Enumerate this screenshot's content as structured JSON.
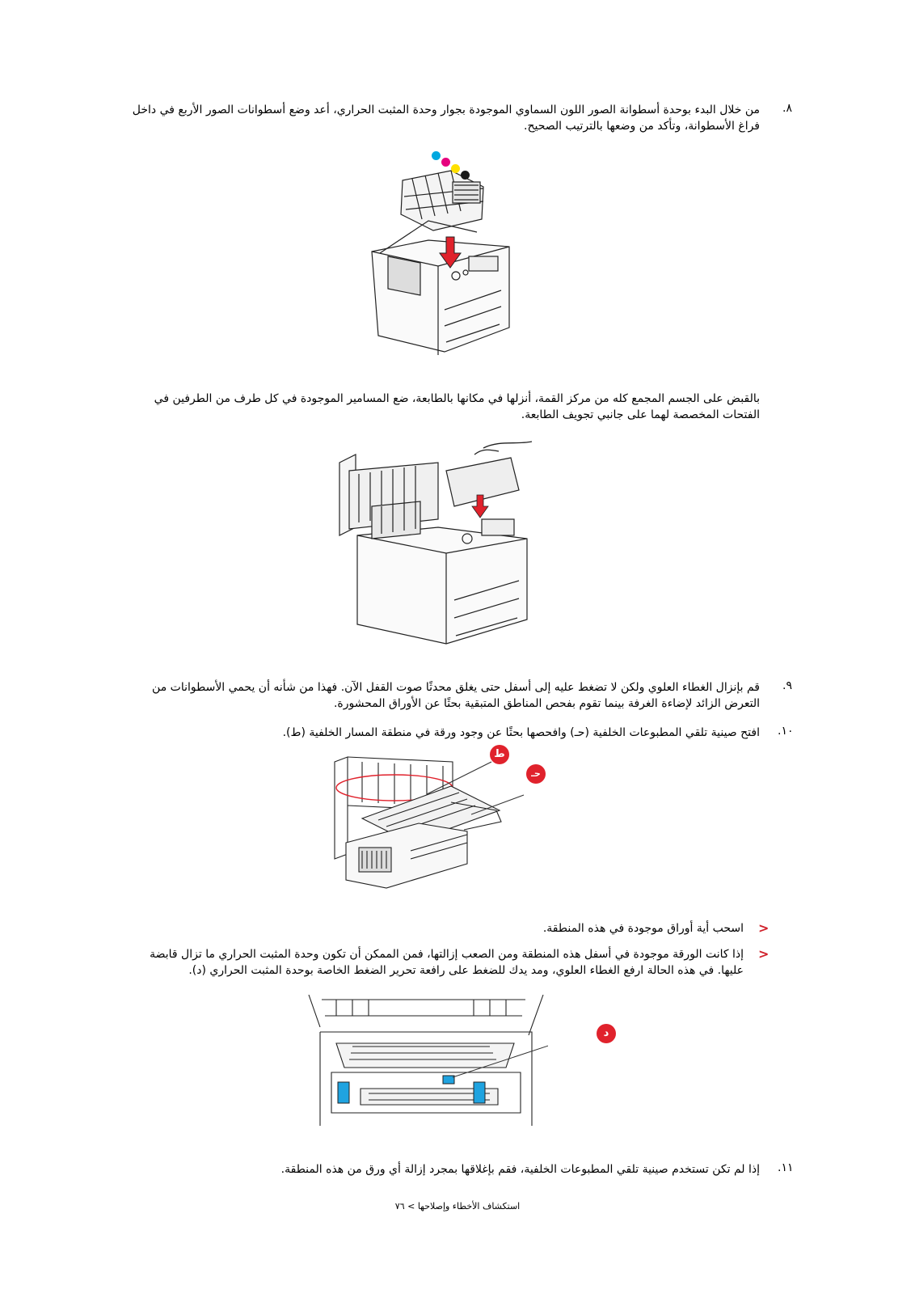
{
  "step8": {
    "number": ".٨",
    "text": "من خلال البدء بوحدة أسطوانة الصور اللون السماوي الموجودة بجوار وحدة المثبت الحراري، أعد وضع أسطوانات الصور الأربع في داخل فراغ الأسطوانة، وتأكد من وضعها بالترتيب الصحيح."
  },
  "dots": {
    "colors": [
      "#00a8e0",
      "#e6007e",
      "#ffe000",
      "#1a1a1a"
    ]
  },
  "step8b": {
    "text": "بالقبض على الجسم المجمع كله من مركز القمة، أنزلها في مكانها بالطابعة، ضع المسامير الموجودة في كل طرف من الطرفين في الفتحات المخصصة لهما على جانبي تجويف الطابعة."
  },
  "step9": {
    "number": ".٩",
    "text": "قم بإنزال الغطاء العلوي ولكن لا تضغط عليه إلى أسفل حتى يغلق محدثًا صوت القفل الآن. فهذا من شأنه أن يحمي الأسطوانات من التعرض الزائد لإضاءة الغرفة بينما تقوم بفحص المناطق المتبقية بحثًا عن الأوراق المحشورة."
  },
  "step10": {
    "number": ".١٠",
    "text": "افتح صينية تلقي المطبوعات الخلفية (حـ) وافحصها بحثًا عن وجود ورقة في منطقة المسار الخلفية (ط).",
    "callout_t": "ط",
    "callout_h": "حـ"
  },
  "bullets": [
    {
      "marker": ">",
      "text": "اسحب أية أوراق موجودة في هذه المنطقة."
    },
    {
      "marker": ">",
      "text": "إذا كانت الورقة موجودة في أسفل هذه المنطقة ومن الصعب إزالتها، فمن الممكن أن تكون وحدة المثبت الحراري ما تزال قابضة عليها. في هذه الحالة ارفع الغطاء العلوي، ومد يدك للضغط على رافعة تحرير الضغط الخاصة بوحدة المثبت الحراري (د)."
    }
  ],
  "callout_d": "د",
  "step11": {
    "number": ".١١",
    "text": "إذا لم تكن تستخدم صينية تلقي المطبوعات الخلفية، فقم بإغلاقها بمجرد إزالة أي ورق من هذه المنطقة."
  },
  "footer": "استكشاف الأخطاء وإصلاحها > ٧٦",
  "accent": "#e0222c",
  "highlight_blue": "#1fa3e0"
}
